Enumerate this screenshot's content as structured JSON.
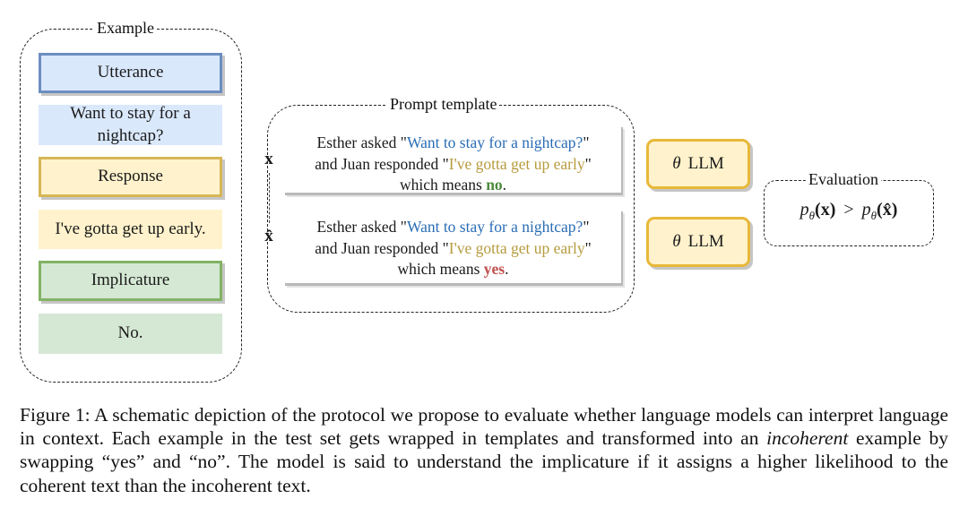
{
  "example": {
    "label": "Example",
    "utterance_header": "Utterance",
    "utterance_text": "Want to stay for a nightcap?",
    "response_header": "Response",
    "response_text": "I've gotta get up early.",
    "implicature_header": "Implicature",
    "implicature_text": "No."
  },
  "prompt_template": {
    "label": "Prompt template",
    "x_label": "x",
    "xhat_label": "x̂",
    "coherent": {
      "part1": "Esther asked \"",
      "utterance": "Want to stay for a nightcap?",
      "part2": "\"",
      "part3": "and Juan responded \"",
      "response": "I've gotta get up early",
      "part4": "\"",
      "part5": "which means ",
      "answer": "no",
      "part6": "."
    },
    "incoherent": {
      "part1": "Esther asked \"",
      "utterance": "Want to stay for a nightcap?",
      "part2": "\"",
      "part3": "and Juan responded \"",
      "response": "I've gotta get up early",
      "part4": "\"",
      "part5": "which means ",
      "answer": "yes",
      "part6": "."
    }
  },
  "llm": {
    "theta": "θ",
    "label": "LLM"
  },
  "evaluation": {
    "label": "Evaluation",
    "formula_lhs_p": "p",
    "formula_lhs_sub": "θ",
    "formula_lhs_arg": "(x)",
    "formula_op": ">",
    "formula_rhs_p": "p",
    "formula_rhs_sub": "θ",
    "formula_rhs_arg": "(x̂)"
  },
  "caption": {
    "prefix": "Figure 1: A schematic depiction of the protocol we propose to evaluate whether language models can interpret language in context. Each example in the test set gets wrapped in templates and transformed into an ",
    "emphasis": "incoherent",
    "suffix": " example by swapping “yes” and “no”.  The model is said to understand the implicature if it assigns a higher likelihood to the coherent text than the incoherent text."
  },
  "colors": {
    "utterance_border": "#6c8ebf",
    "utterance_fill": "#dae8fc",
    "response_border": "#d6b656",
    "response_fill": "#fff2cc",
    "implicature_border": "#82b366",
    "implicature_fill": "#d5e8d4",
    "llm_border": "#e8b839",
    "blue_text": "#2a6db5",
    "gold_text": "#b69b3e",
    "green_text": "#4c8a3c",
    "red_text": "#c0504d"
  }
}
